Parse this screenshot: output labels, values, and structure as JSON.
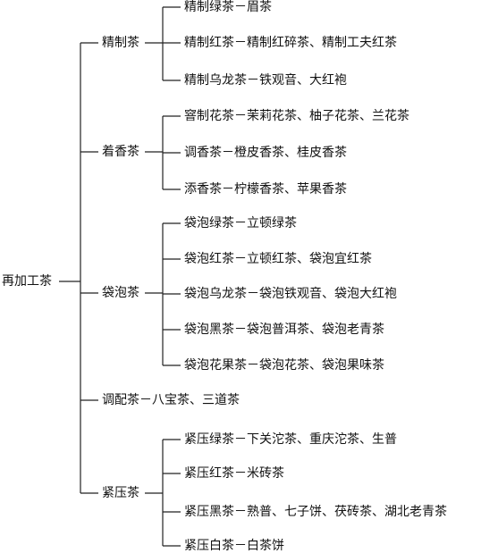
{
  "root": "再加工茶",
  "categories": [
    {
      "name": "精制茶",
      "items": [
        "精制绿茶－眉茶",
        "精制红茶－精制红碎茶、精制工夫红茶",
        "精制乌龙茶－铁观音、大红袍"
      ]
    },
    {
      "name": "着香茶",
      "items": [
        "窨制花茶－茉莉花茶、柚子花茶、兰花茶",
        "调香茶－橙皮香茶、桂皮香茶",
        "添香茶－柠檬香茶、苹果香茶"
      ]
    },
    {
      "name": "袋泡茶",
      "items": [
        "袋泡绿茶－立顿绿茶",
        "袋泡红茶－立顿红茶、袋泡宜红茶",
        "袋泡乌龙茶－袋泡铁观音、袋泡大红袍",
        "袋泡黑茶－袋泡普洱茶、袋泡老青茶",
        "袋泡花果茶－袋泡花茶、袋泡果味茶"
      ]
    },
    {
      "name": "调配茶－八宝茶、三道茶",
      "items": []
    },
    {
      "name": "紧压茶",
      "items": [
        "紧压绿茶－下关沱茶、重庆沱茶、生普",
        "紧压红茶－米砖茶",
        "紧压黑茶－熟普、七子饼、茯砖茶、湖北老青茶",
        "紧压白茶－白茶饼"
      ]
    }
  ]
}
